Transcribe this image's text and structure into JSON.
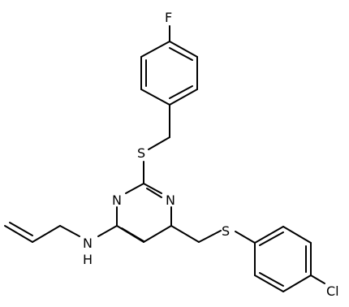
{
  "atoms": {
    "fluorine": "F",
    "sulfur_top": "S",
    "nitrogen_ring_left": "N",
    "nitrogen_ring_right": "N",
    "sulfur_right": "S",
    "amine": "N",
    "amine_h": "H",
    "chlorine": "Cl"
  },
  "colors": {
    "line": "#000000",
    "background": "#ffffff"
  }
}
